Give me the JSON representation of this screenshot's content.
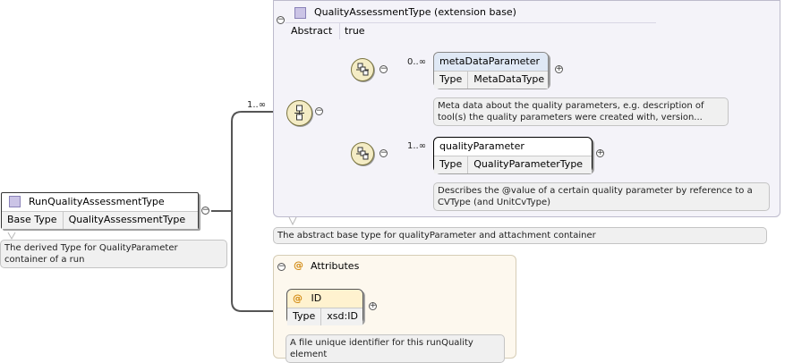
{
  "root": {
    "name": "RunQualityAssessmentType",
    "base_label": "Base Type",
    "base_value": "QualityAssessmentType",
    "note": "The derived Type for QualityParameter container of a run"
  },
  "extension": {
    "title": "QualityAssessmentType (extension base)",
    "abstract_label": "Abstract",
    "abstract_value": "true",
    "note": "The abstract base type for qualityParameter and attachment container"
  },
  "sequence": {
    "cardinality": "1..∞"
  },
  "elements": [
    {
      "name": "metaDataParameter",
      "type_label": "Type",
      "type_value": "MetaDataType",
      "cardinality": "0..∞",
      "note": "Meta data about the quality parameters, e.g. description of tool(s) the quality parameters were created with, version..."
    },
    {
      "name": "qualityParameter",
      "type_label": "Type",
      "type_value": "QualityParameterType",
      "cardinality": "1..∞",
      "note": "Describes the @value of a certain quality parameter by reference to a CVType (and UnitCvType)"
    }
  ],
  "attributes": {
    "title": "Attributes",
    "at_symbol": "@",
    "attr": {
      "name": "ID",
      "type_label": "Type",
      "type_value": "xsd:ID",
      "note": "A file unique identifier for this runQuality element"
    }
  },
  "icons": {
    "collapse": "−",
    "expand": "+"
  },
  "colors": {
    "element_header": "#dfe8f5",
    "attribute_header": "#fff2cf",
    "extension_panel": "#f4f3f9",
    "attribute_panel": "#fdf8ee",
    "compositor": "#f4ecc5"
  }
}
